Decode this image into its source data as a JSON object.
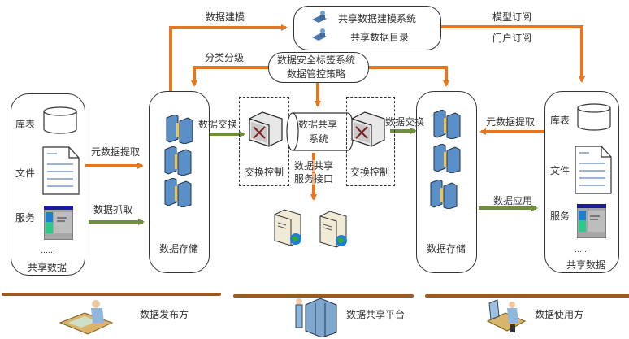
{
  "colors": {
    "orange_arrow": "#e8761e",
    "green_arrow": "#6f8f3a",
    "brown_bar": "#9b5a22",
    "server_blue": "#5b8fc7"
  },
  "top": {
    "modeling_system": "共享数据建模系统",
    "catalog": "共享数据目录",
    "label_modeling": "数据建模",
    "label_model_sub": "模型订阅",
    "label_portal_sub": "门户订阅",
    "security_system": "数据安全标签系统",
    "control_policy": "数据管控策略",
    "label_classify": "分类分级"
  },
  "left_source": {
    "items": [
      "库表",
      "文件",
      "服务"
    ],
    "ellipsis": "……",
    "caption": "共享数据",
    "arrow_meta": "元数据提取",
    "arrow_grab": "数据抓取"
  },
  "left_storage": {
    "caption": "数据存储",
    "arrow_exchange": "数据交换"
  },
  "center": {
    "exchange_left": "交换控制",
    "exchange_right": "交换控制",
    "share_system": "数据共享系统",
    "share_system_lines": [
      "数据共享",
      "系统"
    ],
    "service_interface_lines": [
      "数据共享",
      "服务接口"
    ]
  },
  "right_storage": {
    "caption": "数据存储",
    "arrow_exchange": "数据交换"
  },
  "right_source": {
    "items": [
      "库表",
      "文件",
      "服务"
    ],
    "ellipsis": "……",
    "caption": "共享数据",
    "arrow_meta": "元数据提取",
    "arrow_apply": "数据应用"
  },
  "footer": {
    "publisher": "数据发布方",
    "platform": "数据共享平台",
    "consumer": "数据使用方"
  }
}
